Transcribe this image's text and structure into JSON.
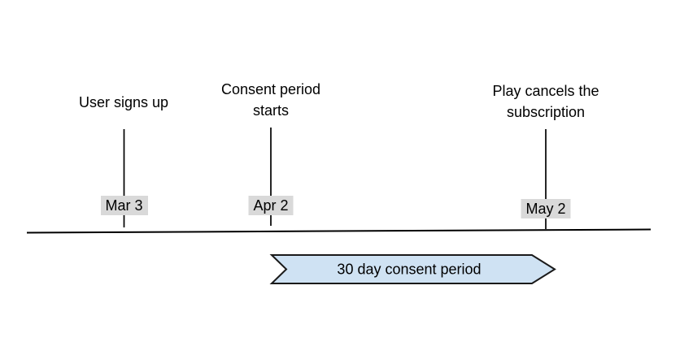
{
  "timeline": {
    "events": [
      {
        "label": "User signs up",
        "date": "Mar 3"
      },
      {
        "label": "Consent period\nstarts",
        "date": "Apr 2"
      },
      {
        "label": "Play cancels the\nsubscription",
        "date": "May 2"
      }
    ],
    "banner": {
      "label": "30 day consent period"
    },
    "colors": {
      "banner_fill": "#cfe2f3",
      "banner_stroke": "#1a1a1a",
      "date_badge_bg": "#d9d9d9",
      "line": "#000000",
      "text": "#000000"
    }
  }
}
